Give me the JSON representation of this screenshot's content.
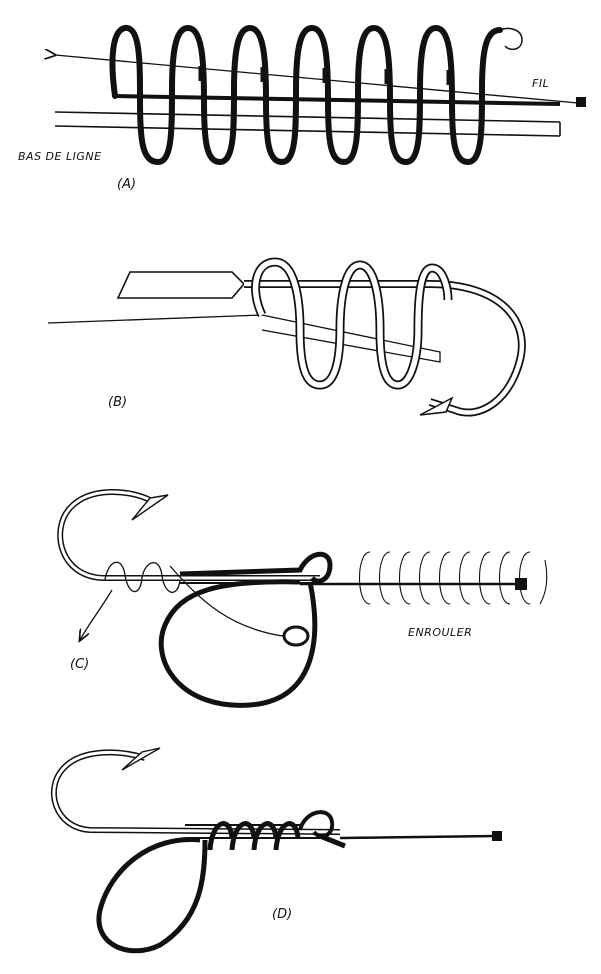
{
  "figure": {
    "panel_a": {
      "caption": "(A)",
      "label_leader": "BAS DE LIGNE",
      "label_wire": "FIL"
    },
    "panel_b": {
      "caption": "(B)"
    },
    "panel_c": {
      "caption": "(C)",
      "label_coil": "ENROULER"
    },
    "panel_d": {
      "caption": "(D)"
    }
  },
  "colors": {
    "ink": "#111111",
    "paper": "#ffffff"
  }
}
